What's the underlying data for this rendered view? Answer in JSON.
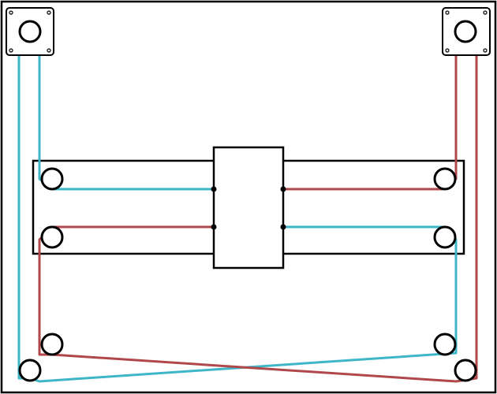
{
  "diagram": {
    "colors": {
      "background": "#ffffff",
      "outline": "#000000",
      "belt_blue": "#3fb6c8",
      "belt_red": "#b0474a",
      "pulley_fill": "#ffffff"
    },
    "components": [
      "motor-left",
      "motor-right",
      "pulley-rail-left-top",
      "pulley-rail-left-bottom",
      "pulley-rail-right-top",
      "pulley-rail-right-bottom",
      "pulley-inner-left",
      "pulley-inner-right",
      "pulley-outer-left",
      "pulley-outer-right",
      "carriage"
    ],
    "belts": [
      {
        "id": "belt-blue",
        "color_key": "belt_blue"
      },
      {
        "id": "belt-red",
        "color_key": "belt_red"
      }
    ]
  }
}
